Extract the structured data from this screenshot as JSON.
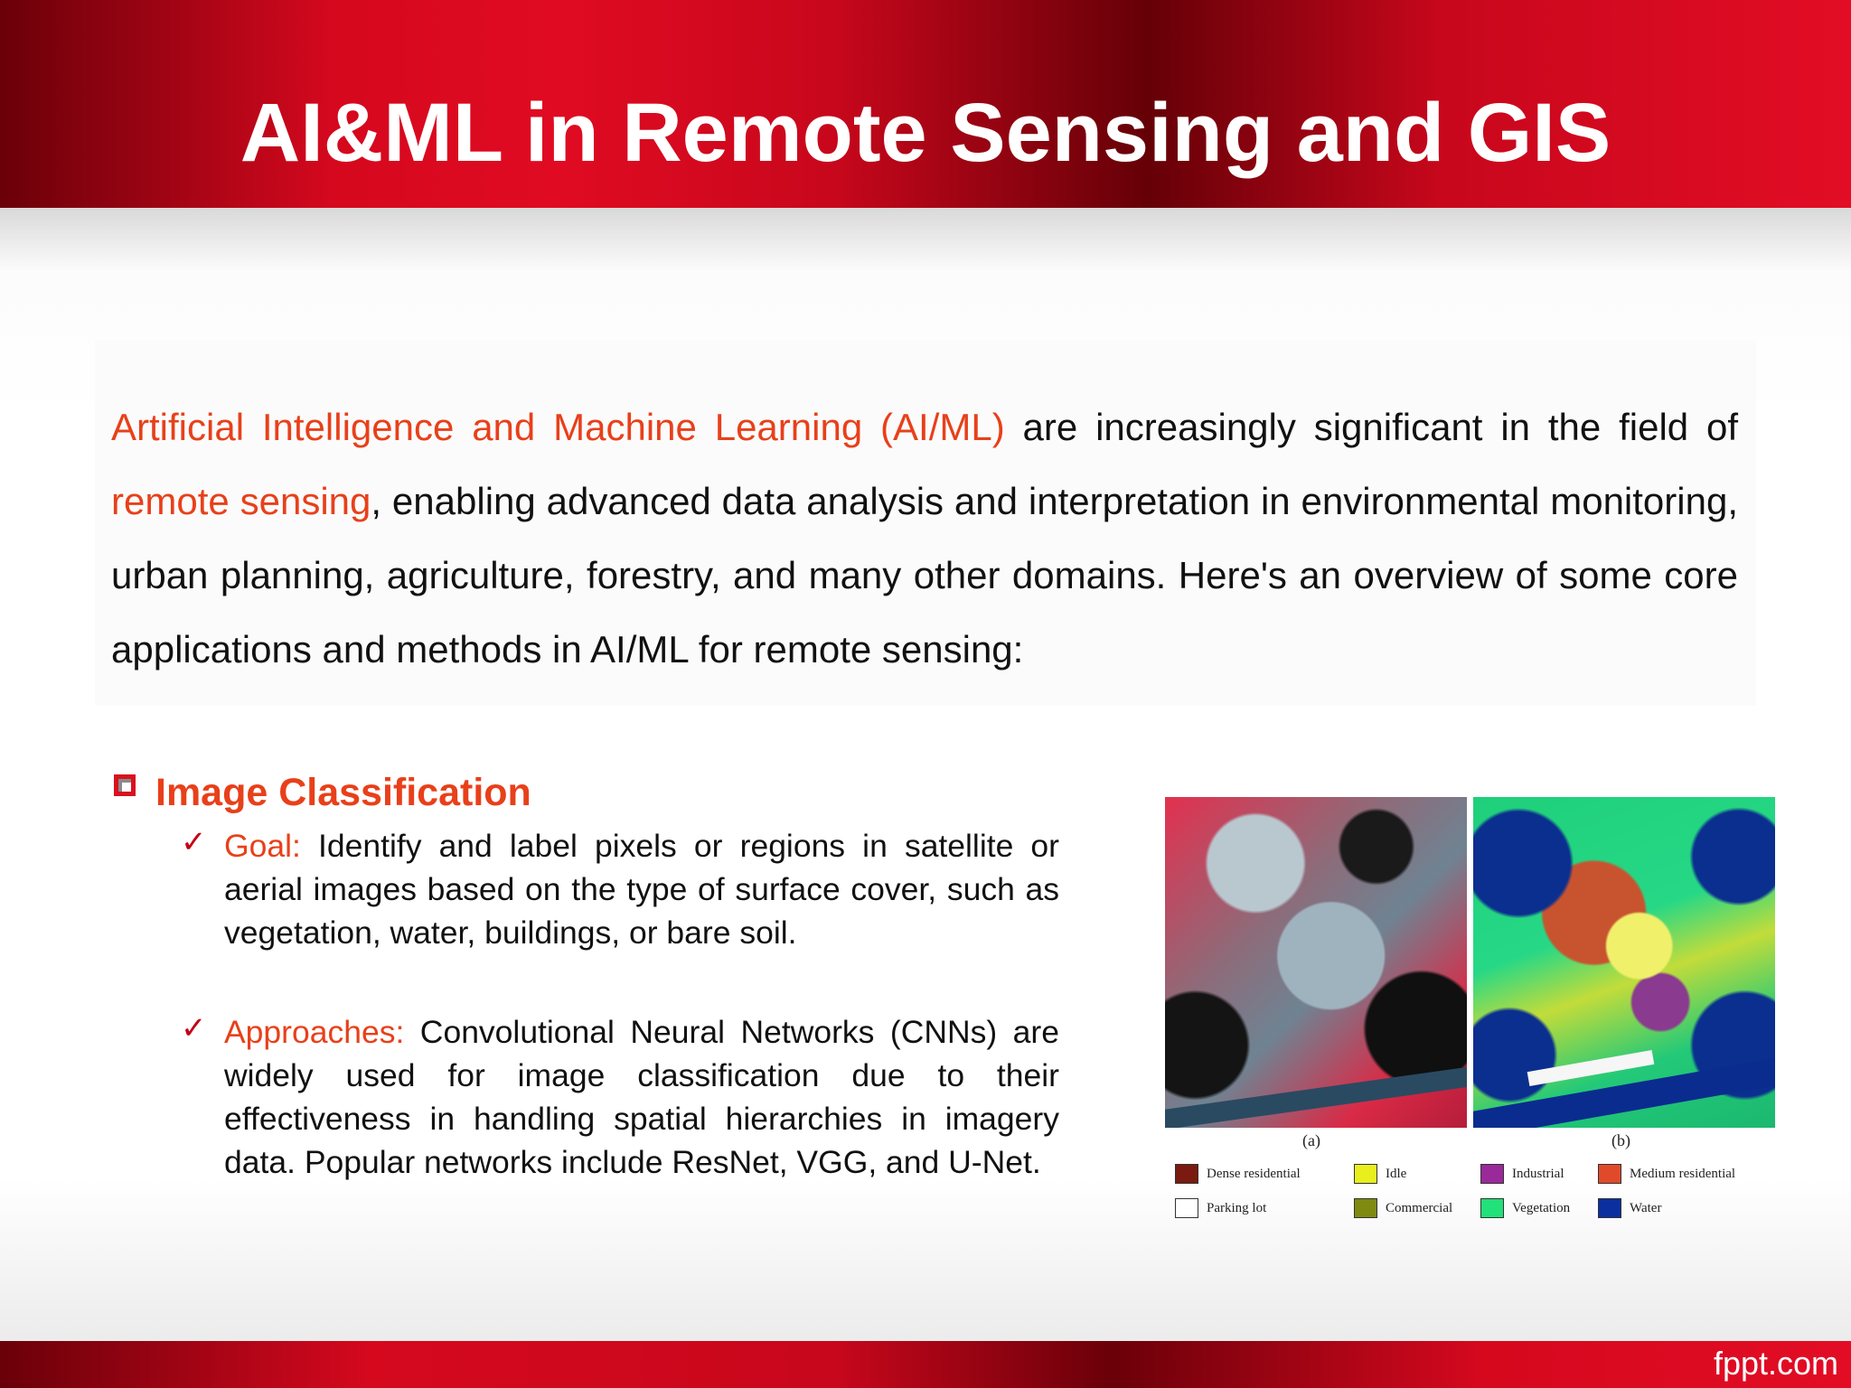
{
  "slide": {
    "title": "AI&ML in Remote Sensing and GIS",
    "footer_brand": "fppt.com"
  },
  "intro": {
    "part1_highlight": "Artificial Intelligence and Machine Learning (AI/ML)",
    "part2": " are increasingly significant in the field of ",
    "part3_highlight": "remote sensing",
    "part4": ", enabling advanced data analysis and interpretation in environmental monitoring, urban planning, agriculture, forestry, and many other domains. Here's an overview of some core applications and methods in AI/ML for remote sensing:"
  },
  "section": {
    "title": "Image Classification",
    "bullets": [
      {
        "label": "Goal:",
        "text": " Identify and label pixels or regions in satellite or aerial images based on the type of surface cover, such as vegetation, water, buildings, or bare soil."
      },
      {
        "label": "Approaches:",
        "text": " Convolutional Neural Networks (CNNs) are widely used for image classification due to their effectiveness in handling spatial hierarchies in imagery data. Popular networks include ResNet, VGG, and U-Net."
      }
    ]
  },
  "figure": {
    "caption_a": "(a)",
    "caption_b": "(b)",
    "legend": [
      {
        "label": "Dense residential",
        "color": "#7a1a10"
      },
      {
        "label": "Idle",
        "color": "#e8ef1c"
      },
      {
        "label": "Industrial",
        "color": "#9a2a9a"
      },
      {
        "label": "Medium residential",
        "color": "#e04a2a"
      },
      {
        "label": "Parking lot",
        "color": "#ffffff"
      },
      {
        "label": "Commercial",
        "color": "#7f8a10"
      },
      {
        "label": "Vegetation",
        "color": "#22e07a"
      },
      {
        "label": "Water",
        "color": "#0b2f9f"
      }
    ]
  }
}
